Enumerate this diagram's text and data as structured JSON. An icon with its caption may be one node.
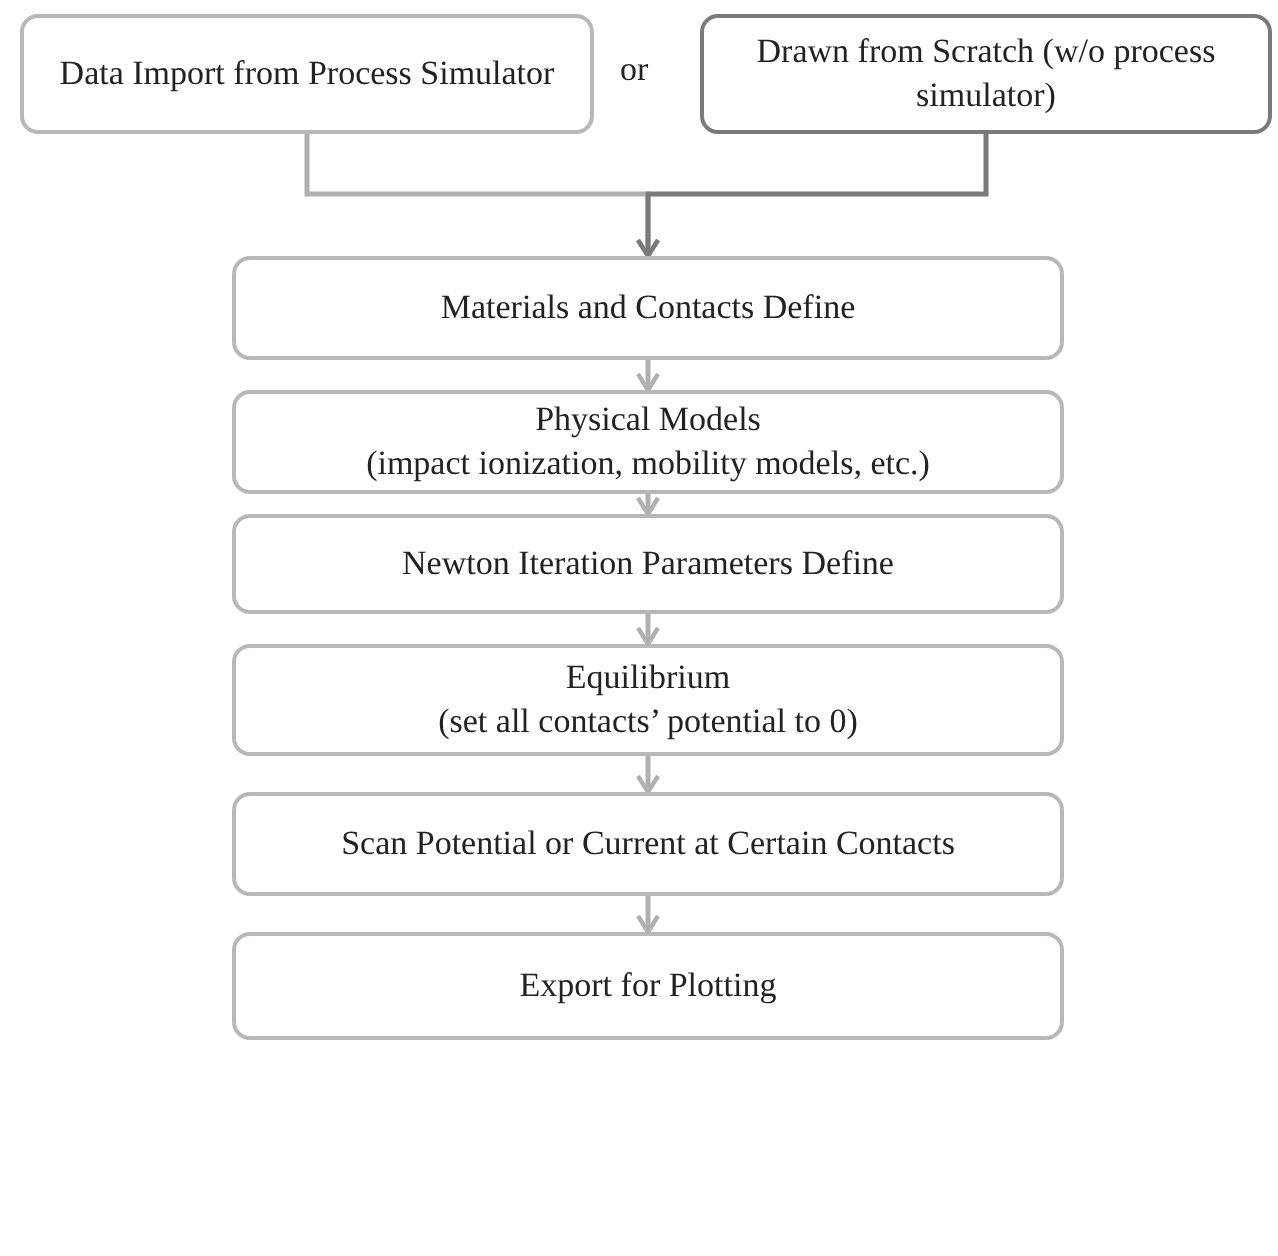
{
  "diagram": {
    "nodes": [
      {
        "text": [
          "Data Import from Process Simulator"
        ]
      },
      {
        "text": [
          "Drawn from Scratch (w/o process simulator)"
        ]
      },
      {
        "text": [
          "Materials and Contacts Define"
        ]
      },
      {
        "text": [
          "Physical Models",
          "(impact ionization, mobility models, etc.)"
        ]
      },
      {
        "text": [
          "Newton Iteration Parameters Define"
        ]
      },
      {
        "text": [
          "Equilibrium",
          "(set all contacts’ potential to 0)"
        ]
      },
      {
        "text": [
          "Scan Potential or Current at Certain Contacts"
        ]
      },
      {
        "text": [
          "Export for Plotting"
        ]
      }
    ],
    "edges": [
      {
        "from": 0,
        "to": 2,
        "arrow": "to"
      },
      {
        "from": 1,
        "to": 2,
        "arrow": "to",
        "color": "#7a7a7a"
      },
      {
        "from": 2,
        "to": 3,
        "arrow": "to"
      },
      {
        "from": 3,
        "to": 4,
        "arrow": "to"
      },
      {
        "from": 4,
        "to": 5,
        "arrow": "to"
      },
      {
        "from": 5,
        "to": 6,
        "arrow": "to"
      },
      {
        "from": 6,
        "to": 7,
        "arrow": "to"
      }
    ],
    "labels": [
      "or"
    ]
  }
}
